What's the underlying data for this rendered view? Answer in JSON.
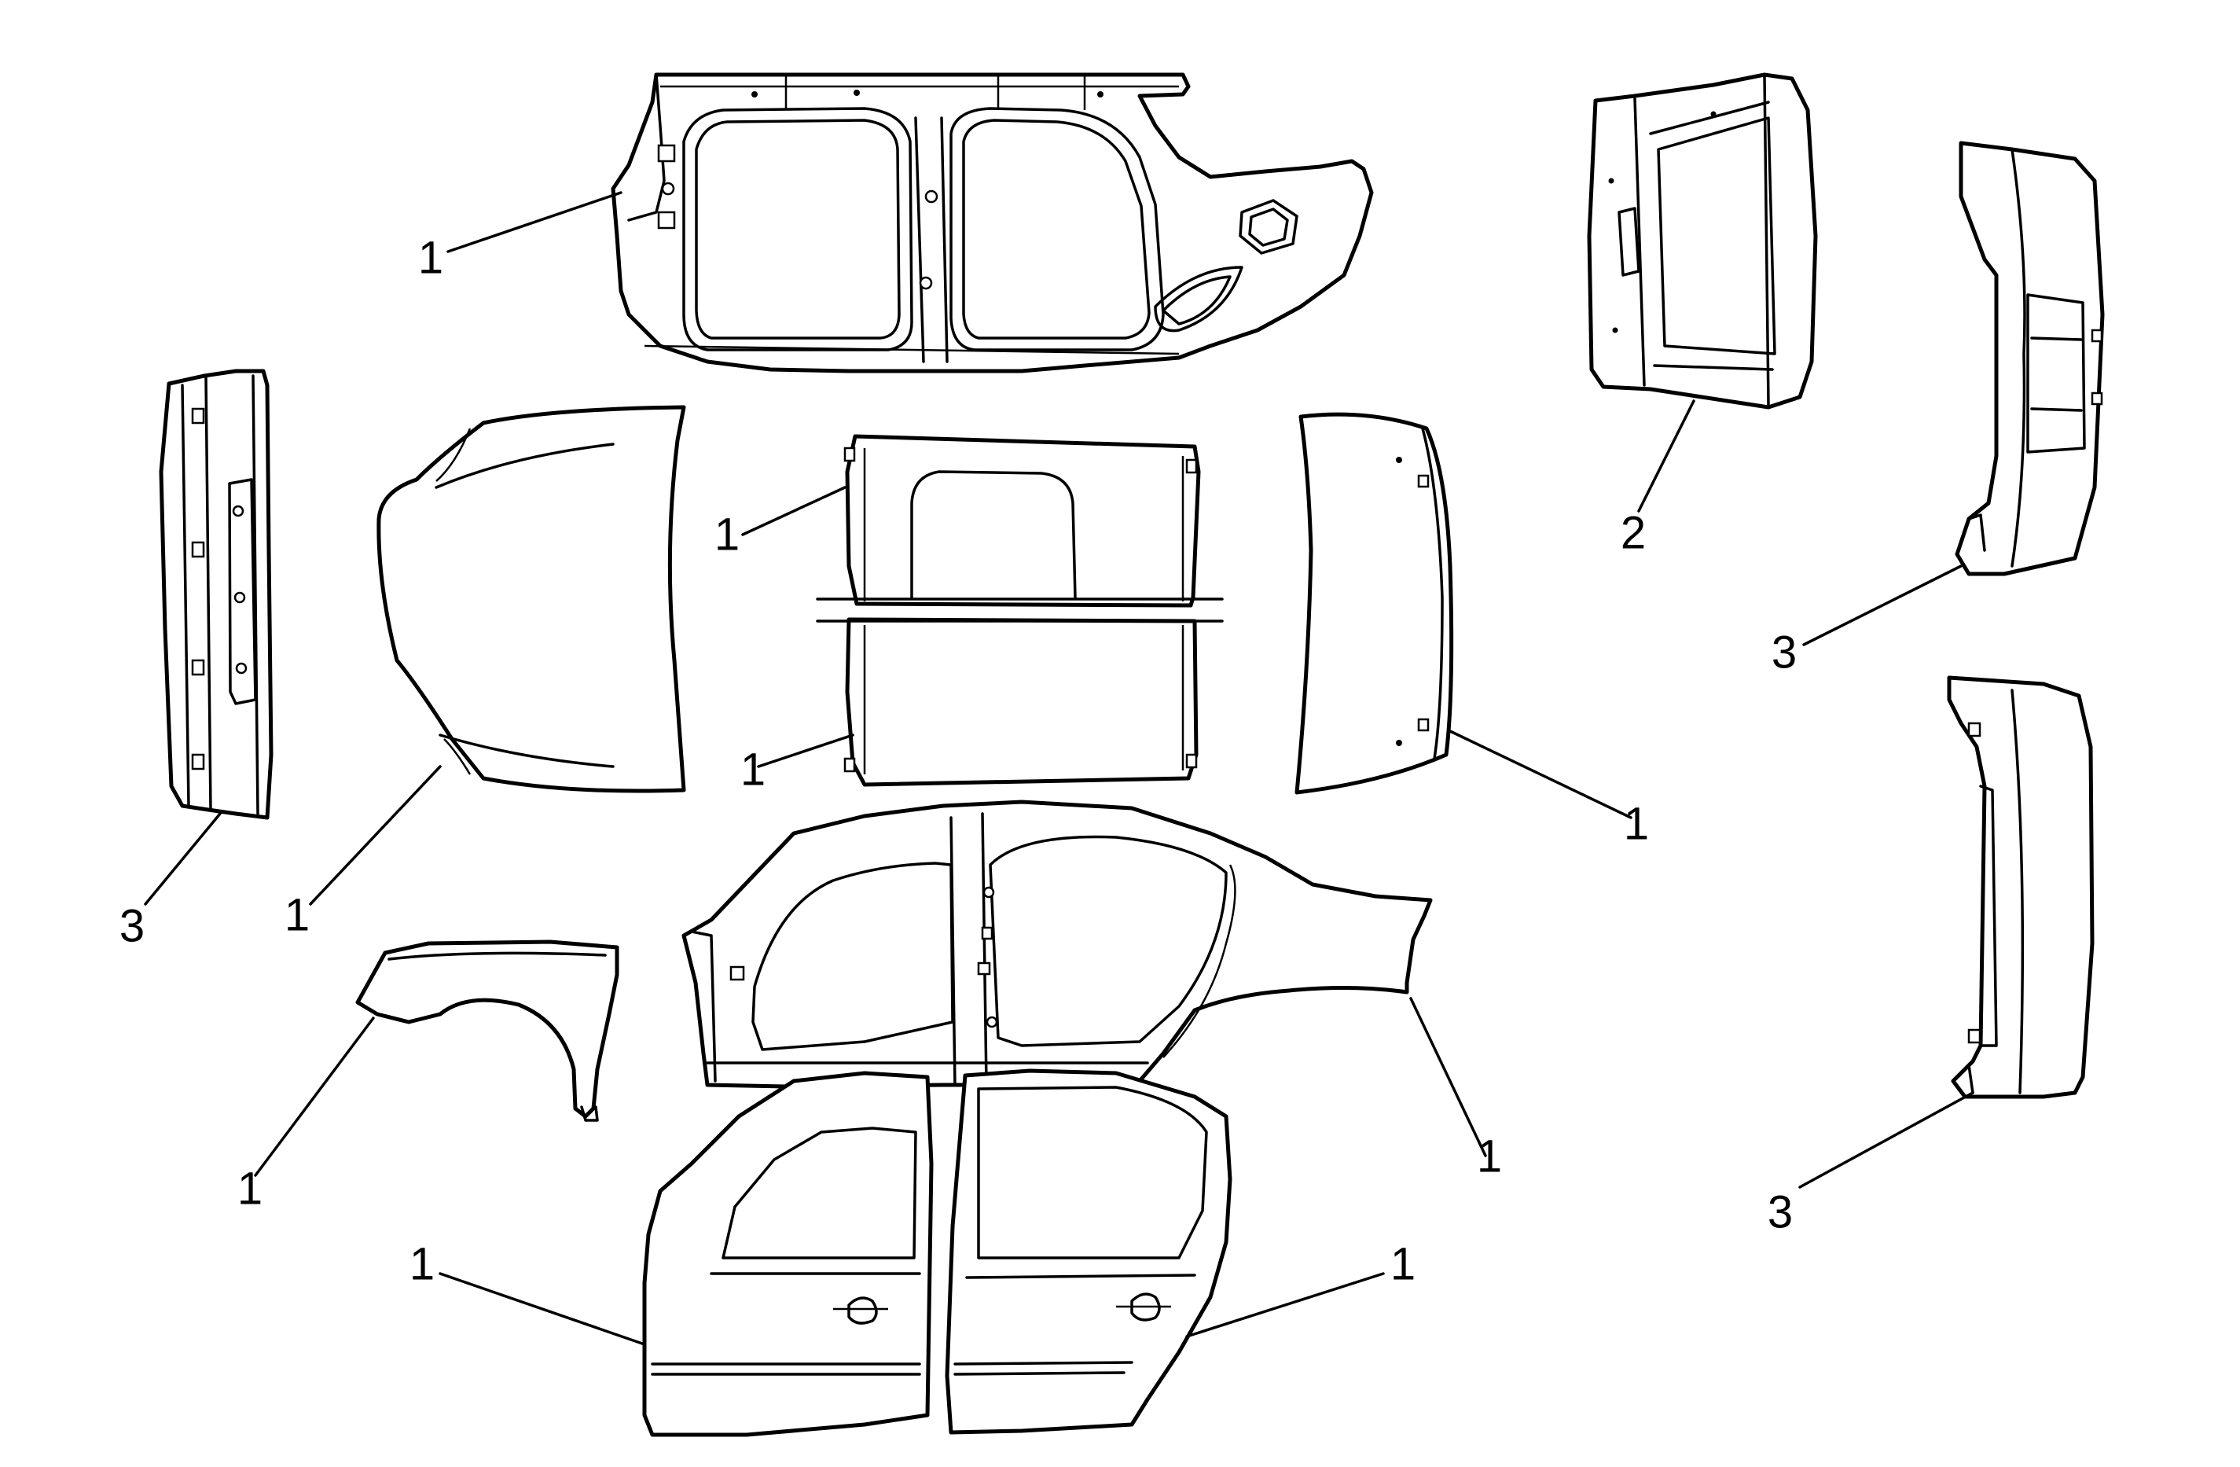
{
  "callouts": {
    "body_side_upper": "1",
    "front_bumper_fascia": "3",
    "hood": "1",
    "roof_upper": "1",
    "roof_lower": "1",
    "deck_lid": "1",
    "rear_end_panel": "2",
    "rear_bumper_fascia_upper": "3",
    "rear_bumper_fascia_lower": "3",
    "front_fender": "1",
    "body_side_lower": "1",
    "front_door": "1",
    "rear_door": "1"
  }
}
